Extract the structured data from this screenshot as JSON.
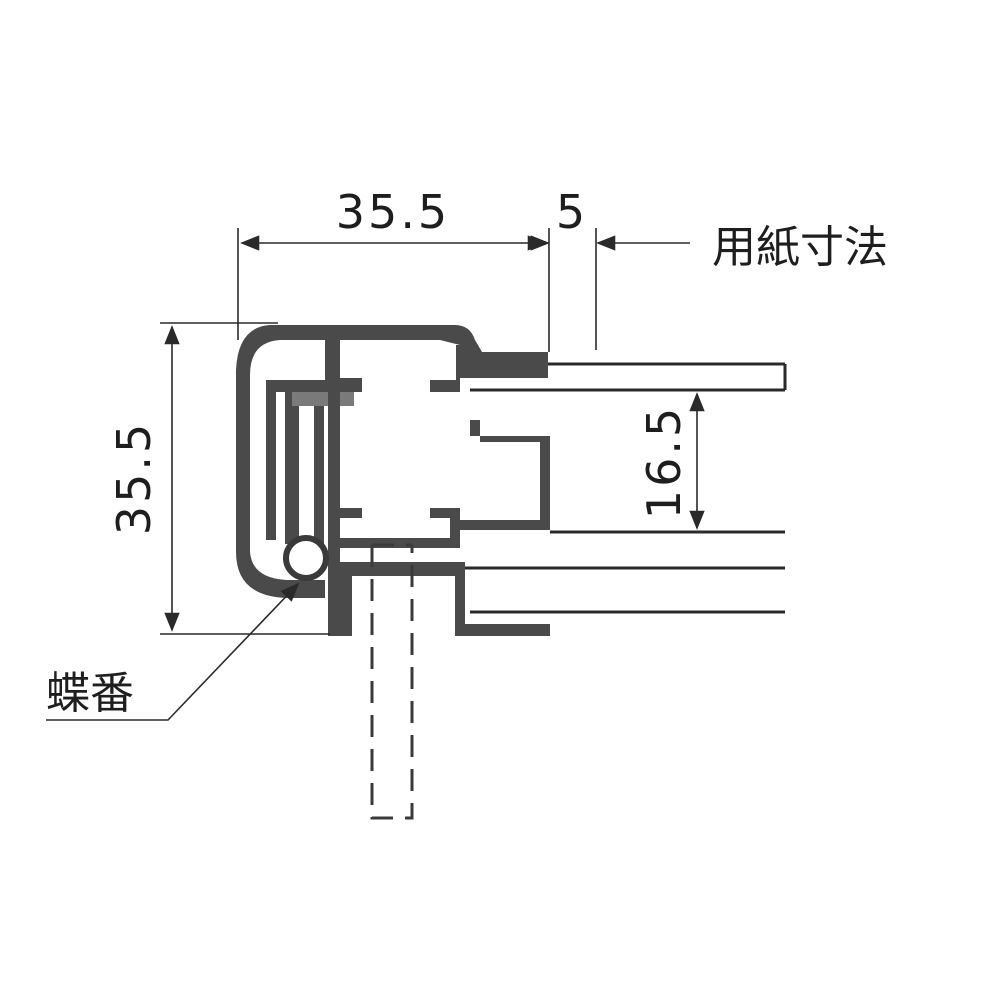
{
  "labels": {
    "width_dimension": "35.5",
    "height_dimension": "35.5",
    "offset_dimension": "5",
    "inner_dimension": "16.5",
    "paper_size": "用紙寸法",
    "hinge": "蝶番"
  },
  "colors": {
    "profile": "#4a4a4a",
    "line": "#2a2a2a",
    "background": "#ffffff"
  }
}
